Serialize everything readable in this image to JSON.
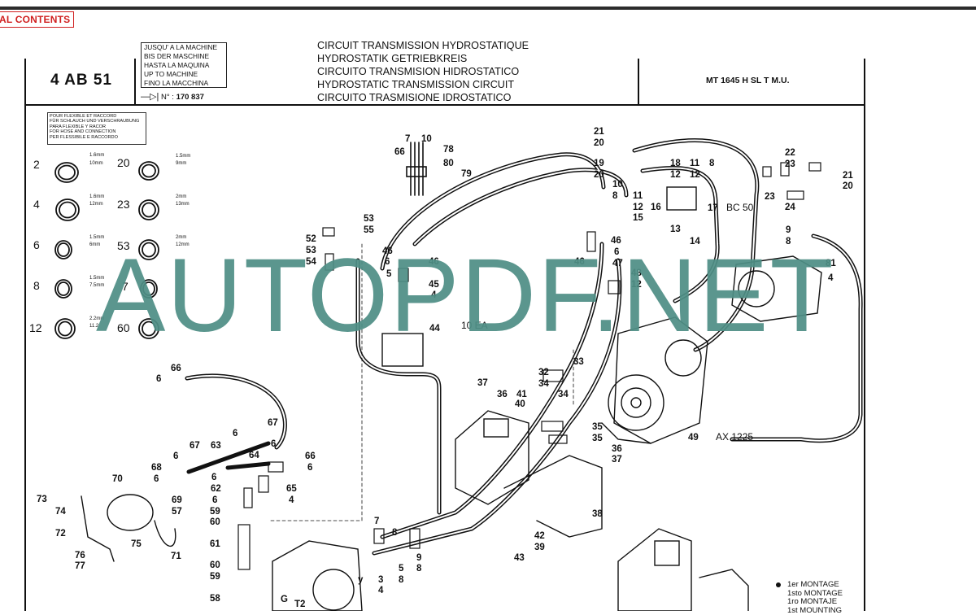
{
  "header": {
    "contents_link": "AL CONTENTS",
    "ref_code": "4 AB 51",
    "until_machine": [
      "JUSQU' A LA MACHINE",
      "BIS DER MASCHINE",
      "HASTA LA MAQUINA",
      "UP TO MACHINE",
      "FINO LA MACCHINA"
    ],
    "serial_prefix": "N° :",
    "serial_number": "170 837",
    "titles": [
      "CIRCUIT TRANSMISSION HYDROSTATIQUE",
      "HYDROSTATIK GETRIEBKREIS",
      "CIRCUITO TRANSMISION HIDROSTATICO",
      "HYDROSTATIC TRANSMISSION CIRCUIT",
      "CIRCUITO TRASMISIONE IDROSTATICO"
    ],
    "model": "MT 1645 H SL T M.U."
  },
  "hose_note": [
    "POUR FLEXIBLE ET RACCORD",
    "FÜR SCHLAUCH UND VERSCHRAUBUNG",
    "PARA FLEXIBLE Y RACOR",
    "FOR HOSE AND CONNECTION",
    "PER FLESSIBILE E RACCORDO"
  ],
  "orings": [
    {
      "num": "2",
      "d1": "1.6mm",
      "d2": "10mm"
    },
    {
      "num": "20",
      "d1": "1.5mm",
      "d2": "9mm"
    },
    {
      "num": "4",
      "d1": "1.6mm",
      "d2": "12mm"
    },
    {
      "num": "23",
      "d1": "2mm",
      "d2": "13mm"
    },
    {
      "num": "6",
      "d1": "1.5mm",
      "d2": "6mm"
    },
    {
      "num": "53",
      "d1": "2mm",
      "d2": "12mm"
    },
    {
      "num": "8",
      "d1": "1.5mm",
      "d2": "7.5mm"
    },
    {
      "num": "7",
      "d1": "",
      "d2": ""
    },
    {
      "num": "12",
      "d1": "2.2mm",
      "d2": "11.2"
    },
    {
      "num": "60",
      "d1": "",
      "d2": ""
    }
  ],
  "callouts": [
    "7",
    "10",
    "66",
    "78",
    "80",
    "79",
    "21",
    "20",
    "19",
    "20",
    "18",
    "12",
    "11",
    "12",
    "8",
    "10",
    "8",
    "11",
    "12",
    "16",
    "15",
    "17",
    "BC 50",
    "13",
    "14",
    "22",
    "23",
    "23",
    "24",
    "21",
    "20",
    "9",
    "8",
    "81",
    "4",
    "53",
    "55",
    "52",
    "53",
    "54",
    "46",
    "6",
    "5",
    "46",
    "45",
    "4",
    "44",
    "10 EA",
    "46",
    "6",
    "47",
    "46",
    "48",
    "12",
    "33",
    "32",
    "34",
    "34",
    "41",
    "37",
    "36",
    "40",
    "49",
    "AX 1225",
    "35",
    "35",
    "36",
    "37",
    "38",
    "66",
    "6",
    "67",
    "6",
    "6",
    "67",
    "63",
    "64",
    "66",
    "6",
    "6",
    "68",
    "6",
    "69",
    "57",
    "6",
    "62",
    "65",
    "6",
    "4",
    "70",
    "73",
    "74",
    "72",
    "75",
    "59",
    "60",
    "61",
    "60",
    "59",
    "58",
    "76",
    "77",
    "71",
    "7",
    "8",
    "9",
    "8",
    "42",
    "39",
    "43",
    "3",
    "4",
    "y",
    "5",
    "8",
    "T2",
    "G"
  ],
  "legend": [
    "1er MONTAGE",
    "1sto MONTAGE",
    "1ro MONTAJE",
    "1st MOUNTING"
  ],
  "watermark": "AUTOPDF.NET"
}
